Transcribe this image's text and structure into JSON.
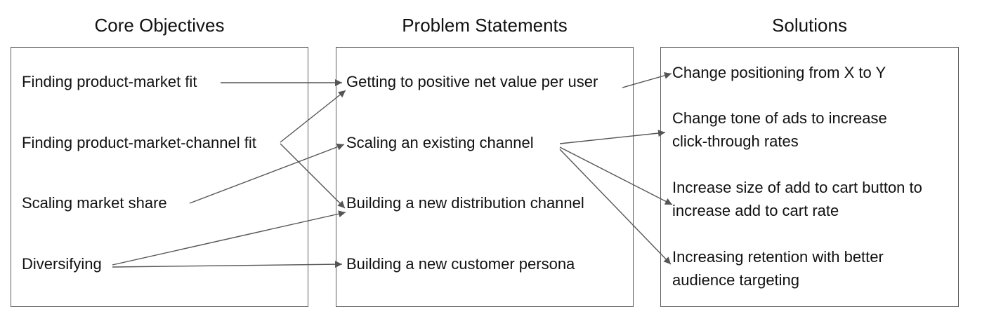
{
  "columns": [
    {
      "title": "Core Objectives",
      "items": [
        "Finding product-market fit",
        "Finding product-market-channel fit",
        "Scaling market share",
        "Diversifying"
      ]
    },
    {
      "title": "Problem Statements",
      "items": [
        "Getting to positive net value per user",
        "Scaling an existing channel",
        "Building a new distribution channel",
        "Building a new customer persona"
      ]
    },
    {
      "title": "Solutions",
      "items": [
        [
          "Change positioning from X to Y"
        ],
        [
          "Change tone of ads to increase",
          "click-through rates"
        ],
        [
          "Increase size of add to cart button to",
          "increase add to cart rate"
        ],
        [
          "Increasing retention with better",
          "audience targeting"
        ]
      ]
    }
  ],
  "connections": [
    {
      "from": "Finding product-market fit",
      "to": "Getting to positive net value per user"
    },
    {
      "from": "Finding product-market-channel fit",
      "to": "Getting to positive net value per user"
    },
    {
      "from": "Finding product-market-channel fit",
      "to": "Building a new distribution channel"
    },
    {
      "from": "Scaling market share",
      "to": "Scaling an existing channel"
    },
    {
      "from": "Diversifying",
      "to": "Building a new distribution channel"
    },
    {
      "from": "Diversifying",
      "to": "Building a new customer persona"
    },
    {
      "from": "Getting to positive net value per user",
      "to": "Change positioning from X to Y"
    },
    {
      "from": "Scaling an existing channel",
      "to": "Change tone of ads to increase click-through rates"
    },
    {
      "from": "Scaling an existing channel",
      "to": "Increase size of add to cart button to increase add to cart rate"
    },
    {
      "from": "Scaling an existing channel",
      "to": "Increasing retention with better audience targeting"
    }
  ],
  "colors": {
    "arrow": "#555555",
    "border": "#5f5f5f",
    "text": "#111111"
  }
}
